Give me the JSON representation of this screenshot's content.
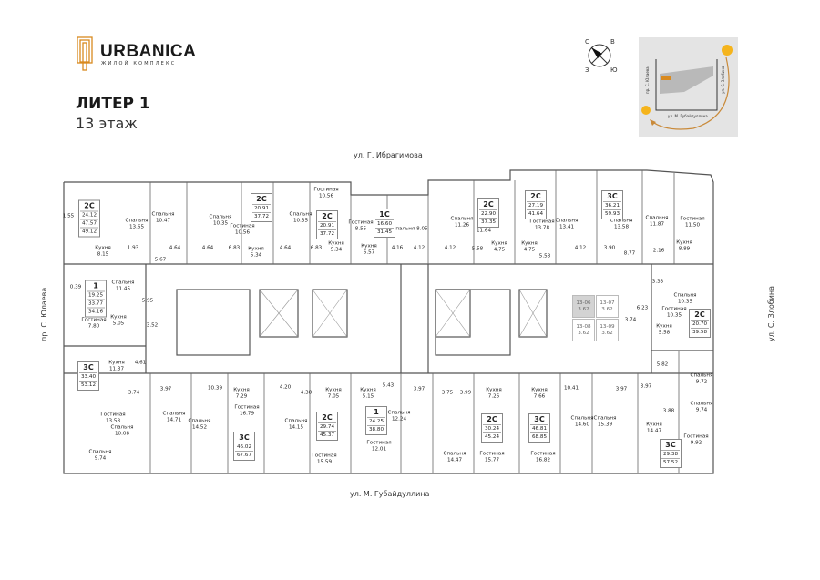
{
  "header": {
    "logo_name": "URBANICA",
    "logo_sub": "ЖИЛОЙ КОМПЛЕКС",
    "title": "ЛИТЕР 1",
    "floor": "13 этаж"
  },
  "compass": {
    "north": "С",
    "east": "В",
    "south": "Ю",
    "west": "З"
  },
  "minimap": {
    "left_street": "пр. С. Юлаева",
    "right_street": "ул. С. Злобина",
    "bottom_street": "ул. М. Губайдуллина",
    "accent_color": "#d98a1f"
  },
  "streets": {
    "top": "ул. Г. Ибрагимова",
    "bottom": "ул. М. Губайдуллина",
    "left": "пр. С. Юлаева",
    "right": "ул. С. Злобина"
  },
  "plan": {
    "units": [
      {
        "type": "2С",
        "areas": [
          "24.12",
          "47.57",
          "49.12"
        ]
      },
      {
        "type": "2С",
        "areas": [
          "20.91",
          "37.72"
        ]
      },
      {
        "type": "2С",
        "areas": [
          "20.91",
          "37.72"
        ]
      },
      {
        "type": "1С",
        "areas": [
          "16.60",
          "31.45"
        ]
      },
      {
        "type": "2С",
        "areas": [
          "22.90",
          "37.35"
        ]
      },
      {
        "type": "2С",
        "areas": [
          "27.19",
          "41.64"
        ]
      },
      {
        "type": "3С",
        "areas": [
          "36.21",
          "59.93"
        ]
      },
      {
        "type": "1",
        "areas": [
          "19.25",
          "33.77",
          "34.16"
        ]
      },
      {
        "type": "3С",
        "areas": [
          "33.40",
          "53.12"
        ]
      },
      {
        "type": "2С",
        "areas": [
          "20.70",
          "39.58"
        ]
      },
      {
        "type": "3С",
        "areas": [
          "46.02",
          "67.67"
        ]
      },
      {
        "type": "2С",
        "areas": [
          "29.74",
          "45.37"
        ]
      },
      {
        "type": "1",
        "areas": [
          "24.25",
          "38.80"
        ]
      },
      {
        "type": "2С",
        "areas": [
          "30.24",
          "45.24"
        ]
      },
      {
        "type": "3С",
        "areas": [
          "46.81",
          "68.85"
        ]
      },
      {
        "type": "3С",
        "areas": [
          "29.38",
          "57.52"
        ]
      }
    ],
    "storage": [
      {
        "id": "13-06",
        "area": "3.62",
        "selected": true
      },
      {
        "id": "13-07",
        "area": "3.62",
        "selected": false
      },
      {
        "id": "13-08",
        "area": "3.62",
        "selected": false
      },
      {
        "id": "13-09",
        "area": "3.62",
        "selected": false
      }
    ],
    "rooms": [
      "1.55",
      "Спальня\n13.65",
      "Спальня\n10.47",
      "Спальня\n10.35",
      "Кухня\n8.15",
      "1.93",
      "4.64",
      "4.64",
      "5.67",
      "6.83",
      "Гостиная\n10.56",
      "Кухня\n5.34",
      "4.64",
      "Спальня\n10.35",
      "6.83",
      "Гостиная\n10.56",
      "Кухня\n5.34",
      "Гостиная\n8.55",
      "Кухня\n6.57",
      "4.16",
      "Спальня 8.05",
      "4.12",
      "4.12",
      "Спальня\n11.26",
      "11.64",
      "5.58",
      "Кухня\n4.75",
      "Кухня\n4.75",
      "5.58",
      "Гостиная\n13.78",
      "Спальня\n13.41",
      "4.12",
      "3.90",
      "Спальня\n13.58",
      "8.77",
      "Спальня\n11.87",
      "2.16",
      "Гостиная\n11.50",
      "Кухня\n8.89",
      "0.39",
      "Спальня\n11.45",
      "5.95",
      "Гостиная\n7.80",
      "Кухня\n5.05",
      "3.52",
      "Кухня\n11.37",
      "4.61",
      "3.33",
      "6.23",
      "Спальня\n10.35",
      "Гостиная\n10.35",
      "3.74",
      "Кухня\n5.58",
      "5.82",
      "3.74",
      "3.97",
      "10.39",
      "Гостиная\n13.58",
      "Спальня\n10.08",
      "Спальня\n14.71",
      "Спальня\n14.52",
      "Спальня\n9.74",
      "Кухня\n7.29",
      "Гостиная\n16.79",
      "4.20",
      "4.38",
      "Спальня\n14.15",
      "Кухня\n7.05",
      "Гостиная\n15.59",
      "Кухня\n5.15",
      "5.43",
      "3.97",
      "Гостиная\n12.01",
      "Спальня\n12.24",
      "3.75",
      "3.99",
      "Кухня\n7.26",
      "Спальня\n14.47",
      "Гостиная\n15.77",
      "Кухня\n7.66",
      "Гостиная\n16.82",
      "10.41",
      "Спальня\n14.60",
      "Спальня\n15.39",
      "3.97",
      "3.97",
      "Спальня\n9.72",
      "Спальня\n9.74",
      "3.88",
      "Кухня\n14.47",
      "Гостиная\n9.92"
    ]
  }
}
